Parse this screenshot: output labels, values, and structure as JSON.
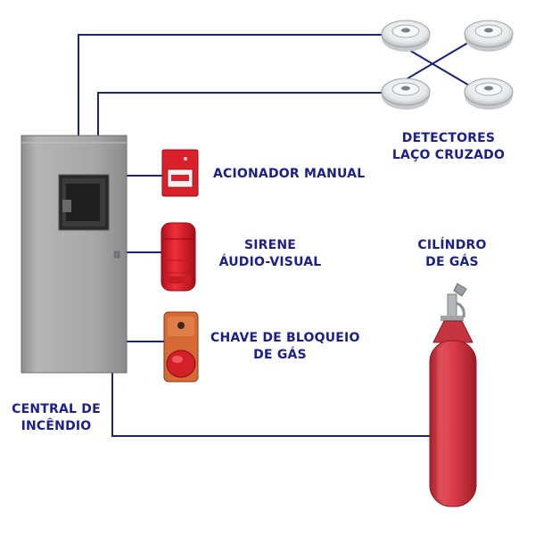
{
  "labels": {
    "detectores_line1": "DETECTORES",
    "detectores_line2": "LAÇO CRUZADO",
    "acionador": "ACIONADOR MANUAL",
    "sirene_line1": "SIRENE",
    "sirene_line2": "ÁUDIO-VISUAL",
    "chave_line1": "CHAVE DE BLOQUEIO",
    "chave_line2": "DE GÁS",
    "cilindro_line1": "CILÍNDRO",
    "cilindro_line2": "DE GÁS",
    "central_line1": "CENTRAL DE",
    "central_line2": "INCÊNDIO"
  },
  "colors": {
    "wire": "#1a237e",
    "label": "#1b1f8e",
    "panel": "#a9aaa9",
    "red": "#d9262a",
    "cylinder": "#d23a45"
  }
}
